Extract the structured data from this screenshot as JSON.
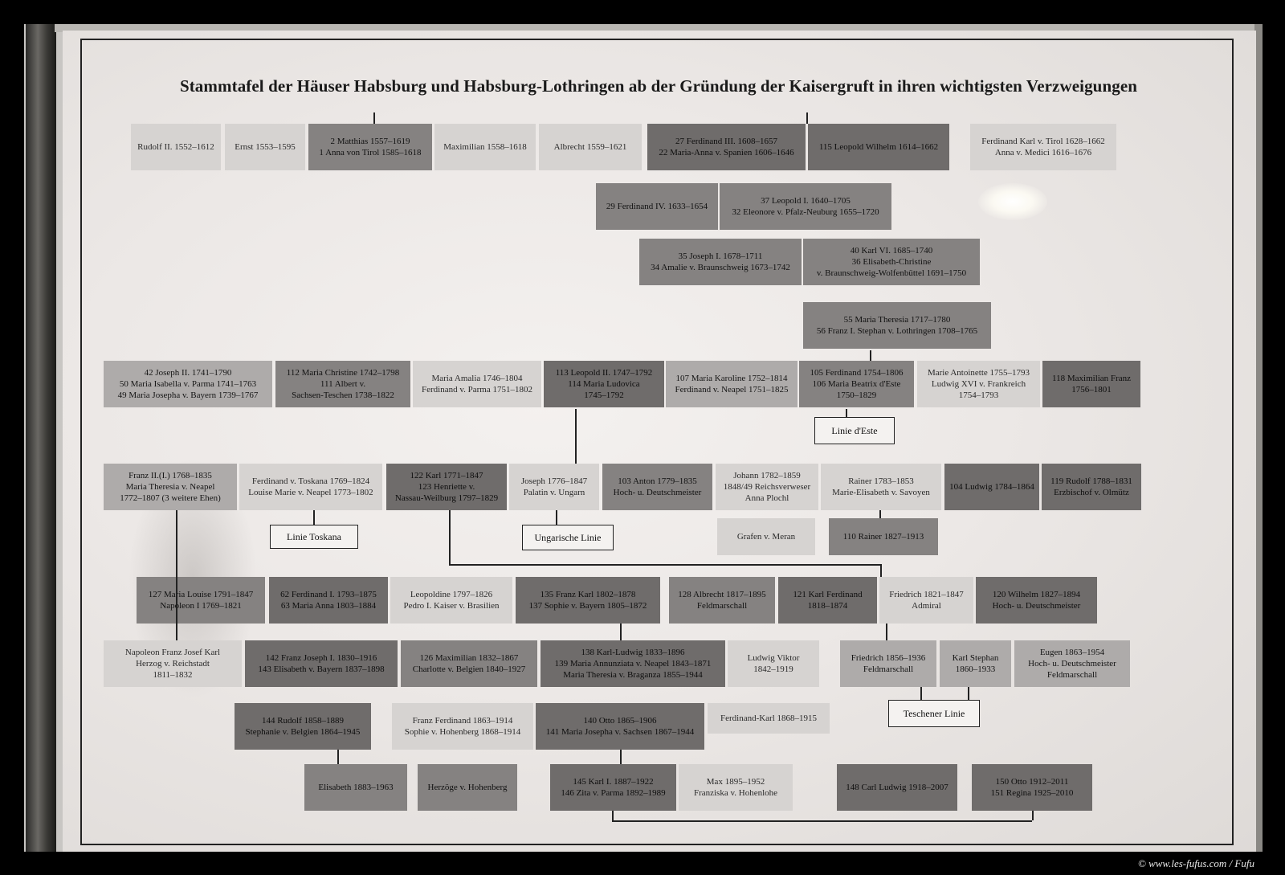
{
  "title": "Stammtafel der Häuser Habsburg und Habsburg-Lothringen ab der Gründung der Kaisergruft in ihren wichtigsten Verzweigungen",
  "credit": "© www.les-fufus.com / Fufu",
  "boxes": {
    "rudolf2": [
      "Rudolf II. 1552–1612"
    ],
    "ernst": [
      "Ernst 1553–1595"
    ],
    "matthias": [
      "2 Matthias 1557–1619",
      "1 Anna von Tirol 1585–1618"
    ],
    "maximilian": [
      "Maximilian 1558–1618"
    ],
    "albrecht": [
      "Albrecht 1559–1621"
    ],
    "ferdinand3": [
      "27 Ferdinand III. 1608–1657",
      "22 Maria-Anna v. Spanien 1606–1646"
    ],
    "leopold_wilhelm": [
      "115 Leopold Wilhelm 1614–1662"
    ],
    "ferdinand_karl": [
      "Ferdinand Karl v. Tirol 1628–1662",
      "Anna v. Medici 1616–1676"
    ],
    "ferdinand4": [
      "29 Ferdinand IV. 1633–1654"
    ],
    "leopold1": [
      "37 Leopold I. 1640–1705",
      "32 Eleonore v. Pfalz-Neuburg 1655–1720"
    ],
    "joseph1": [
      "35 Joseph I. 1678–1711",
      "34 Amalie v. Braunschweig 1673–1742"
    ],
    "karl6": [
      "40 Karl VI. 1685–1740",
      "36 Elisabeth-Christine",
      "v. Braunschweig-Wolfenbüttel 1691–1750"
    ],
    "maria_theresia": [
      "55 Maria Theresia 1717–1780",
      "56 Franz I. Stephan v. Lothringen 1708–1765"
    ],
    "joseph2": [
      "42 Joseph II. 1741–1790",
      "50 Maria Isabella v. Parma 1741–1763",
      "49 Maria Josepha v. Bayern 1739–1767"
    ],
    "maria_christine": [
      "112 Maria Christine 1742–1798",
      "111 Albert v.",
      "Sachsen-Teschen 1738–1822"
    ],
    "maria_amalia": [
      "Maria Amalia 1746–1804",
      "Ferdinand v. Parma 1751–1802"
    ],
    "leopold2": [
      "113 Leopold II. 1747–1792",
      "114 Maria Ludovica",
      "1745–1792"
    ],
    "maria_karoline": [
      "107 Maria Karoline 1752–1814",
      "Ferdinand v. Neapel 1751–1825"
    ],
    "ferdinand_este": [
      "105 Ferdinand 1754–1806",
      "106 Maria Beatrix d'Este",
      "1750–1829"
    ],
    "marie_antoinette": [
      "Marie Antoinette 1755–1793",
      "Ludwig XVI v. Frankreich",
      "1754–1793"
    ],
    "maximilian_franz": [
      "118 Maximilian Franz",
      "1756–1801"
    ],
    "franz2": [
      "Franz II.(I.) 1768–1835",
      "Maria Theresia v. Neapel",
      "1772–1807 (3 weitere Ehen)"
    ],
    "ferdinand_toskana": [
      "Ferdinand v. Toskana 1769–1824",
      "Louise Marie v. Neapel 1773–1802"
    ],
    "karl": [
      "122 Karl 1771–1847",
      "123 Henriette v.",
      "Nassau-Weilburg 1797–1829"
    ],
    "joseph_palatin": [
      "Joseph 1776–1847",
      "Palatin v. Ungarn"
    ],
    "anton": [
      "103 Anton 1779–1835",
      "Hoch- u. Deutschmeister"
    ],
    "johann": [
      "Johann 1782–1859",
      "1848/49 Reichsverweser",
      "Anna Plochl"
    ],
    "rainer": [
      "Rainer 1783–1853",
      "Marie-Elisabeth v. Savoyen"
    ],
    "ludwig": [
      "104 Ludwig 1784–1864"
    ],
    "rudolf_olmuetz": [
      "119 Rudolf 1788–1831",
      "Erzbischof v. Olmütz"
    ],
    "grafen_meran": [
      "Grafen v. Meran"
    ],
    "rainer110": [
      "110 Rainer 1827–1913"
    ],
    "maria_louise": [
      "127 Maria Louise 1791–1847",
      "Napoleon I 1769–1821"
    ],
    "ferdinand1": [
      "62 Ferdinand I. 1793–1875",
      "63 Maria Anna 1803–1884"
    ],
    "leopoldine": [
      "Leopoldine 1797–1826",
      "Pedro I. Kaiser v. Brasilien"
    ],
    "franz_karl": [
      "135 Franz Karl 1802–1878",
      "137 Sophie v. Bayern 1805–1872"
    ],
    "albrecht128": [
      "128 Albrecht 1817–1895",
      "Feldmarschall"
    ],
    "karl_ferdinand": [
      "121 Karl Ferdinand",
      "1818–1874"
    ],
    "friedrich_admiral": [
      "Friedrich 1821–1847",
      "Admiral"
    ],
    "wilhelm": [
      "120 Wilhelm 1827–1894",
      "Hoch- u. Deutschmeister"
    ],
    "napoleon_franz": [
      "Napoleon Franz Josef Karl",
      "Herzog v. Reichstadt",
      "1811–1832"
    ],
    "franz_joseph": [
      "142 Franz Joseph I. 1830–1916",
      "143 Elisabeth v. Bayern 1837–1898"
    ],
    "maximilian126": [
      "126 Maximilian 1832–1867",
      "Charlotte v. Belgien 1840–1927"
    ],
    "karl_ludwig": [
      "138 Karl-Ludwig 1833–1896",
      "139 Maria Annunziata v. Neapel 1843–1871",
      "Maria Theresia v. Braganza 1855–1944"
    ],
    "ludwig_viktor": [
      "Ludwig Viktor",
      "1842–1919"
    ],
    "friedrich_fm": [
      "Friedrich 1856–1936",
      "Feldmarschall"
    ],
    "karl_stephan": [
      "Karl Stephan",
      "1860–1933"
    ],
    "eugen": [
      "Eugen 1863–1954",
      "Hoch- u. Deutschmeister",
      "Feldmarschall"
    ],
    "rudolf144": [
      "144 Rudolf 1858–1889",
      "Stephanie v. Belgien 1864–1945"
    ],
    "franz_ferdinand": [
      "Franz Ferdinand 1863–1914",
      "Sophie v. Hohenberg 1868–1914"
    ],
    "otto140": [
      "140 Otto 1865–1906",
      "141 Maria Josepha v. Sachsen 1867–1944"
    ],
    "ferdinand_karl_1868": [
      "Ferdinand-Karl 1868–1915"
    ],
    "elisabeth": [
      "Elisabeth 1883–1963"
    ],
    "herzoege": [
      "Herzöge v. Hohenberg"
    ],
    "karl1": [
      "145 Karl I. 1887–1922",
      "146 Zita v. Parma 1892–1989"
    ],
    "max": [
      "Max 1895–1952",
      "Franziska v. Hohenlohe"
    ],
    "carl_ludwig": [
      "148 Carl Ludwig 1918–2007"
    ],
    "otto150": [
      "150 Otto 1912–2011",
      "151 Regina 1925–2010"
    ]
  },
  "labels": {
    "linie_este": "Linie d'Este",
    "linie_toskana": "Linie Toskana",
    "ungarische_linie": "Ungarische Linie",
    "teschener_linie": "Teschener Linie"
  }
}
